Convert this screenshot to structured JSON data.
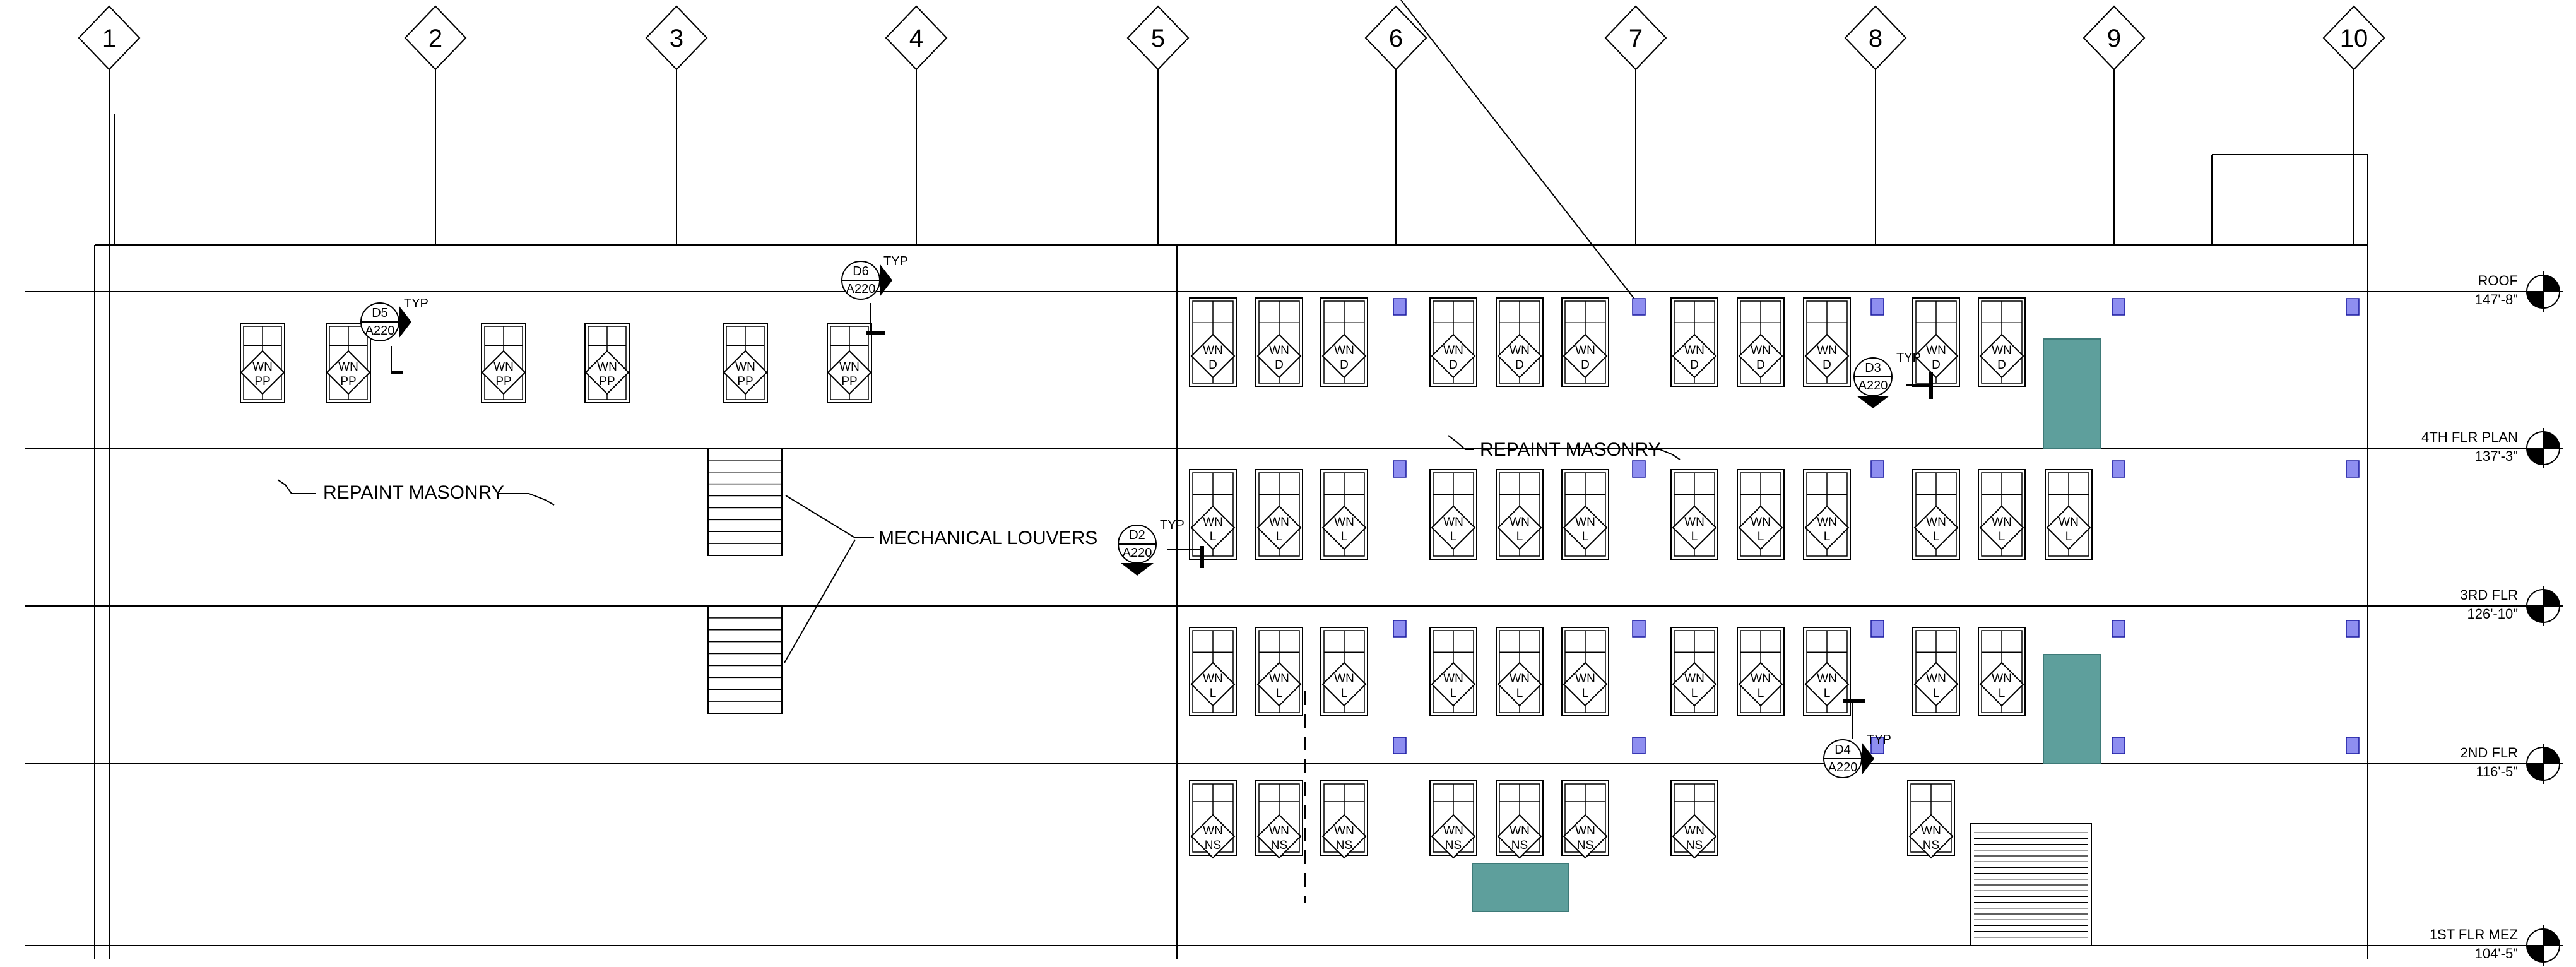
{
  "grid_labels": [
    "1",
    "2",
    "3",
    "4",
    "5",
    "6",
    "7",
    "8",
    "9",
    "10"
  ],
  "levels": [
    {
      "name": "ROOF",
      "elev": "147'-8\""
    },
    {
      "name": "4TH FLR PLAN",
      "elev": "137'-3\""
    },
    {
      "name": "3RD FLR",
      "elev": "126'-10\""
    },
    {
      "name": "2ND FLR",
      "elev": "116'-5\""
    },
    {
      "name": "1ST FLR MEZ",
      "elev": "104'-5\""
    }
  ],
  "notes": {
    "repaint_masonry": "REPAINT MASONRY",
    "mechanical_louvers": "MECHANICAL LOUVERS",
    "typ": "TYP"
  },
  "window_tags": {
    "wn": "WN",
    "pp": "PP",
    "d": "D",
    "l": "L",
    "ns": "NS"
  },
  "detail_callouts": [
    {
      "id": "D5",
      "sheet": "A220",
      "typ": "TYP"
    },
    {
      "id": "D6",
      "sheet": "A220",
      "typ": "TYP"
    },
    {
      "id": "D3",
      "sheet": "A220",
      "typ": "TYP"
    },
    {
      "id": "D2",
      "sheet": "A220",
      "typ": "TYP"
    },
    {
      "id": "D4",
      "sheet": "A220",
      "typ": "TYP"
    }
  ],
  "colors": {
    "line": "#000000",
    "panel": "#5e9f9c",
    "marker": "#8e8ef0",
    "marker_stroke": "#1a1aa0"
  }
}
